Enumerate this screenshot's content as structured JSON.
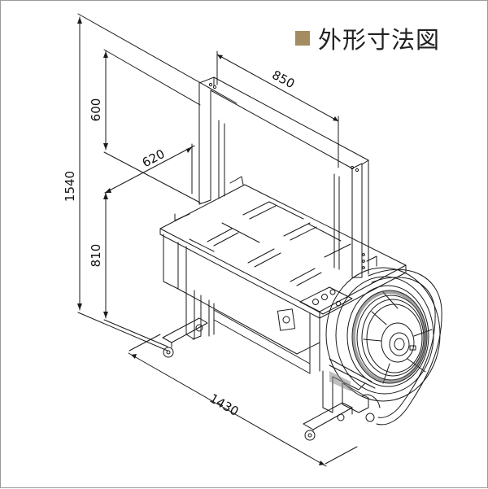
{
  "title": {
    "text": "外形寸法図",
    "marker_color": "#a38d60"
  },
  "dimensions": {
    "overall_height": "1540",
    "frame_height": "600",
    "table_height": "810",
    "arch_width": "850",
    "table_depth": "620",
    "overall_length": "1430"
  },
  "colors": {
    "line": "#1a1a1a",
    "panel": "#8a8a8a"
  }
}
